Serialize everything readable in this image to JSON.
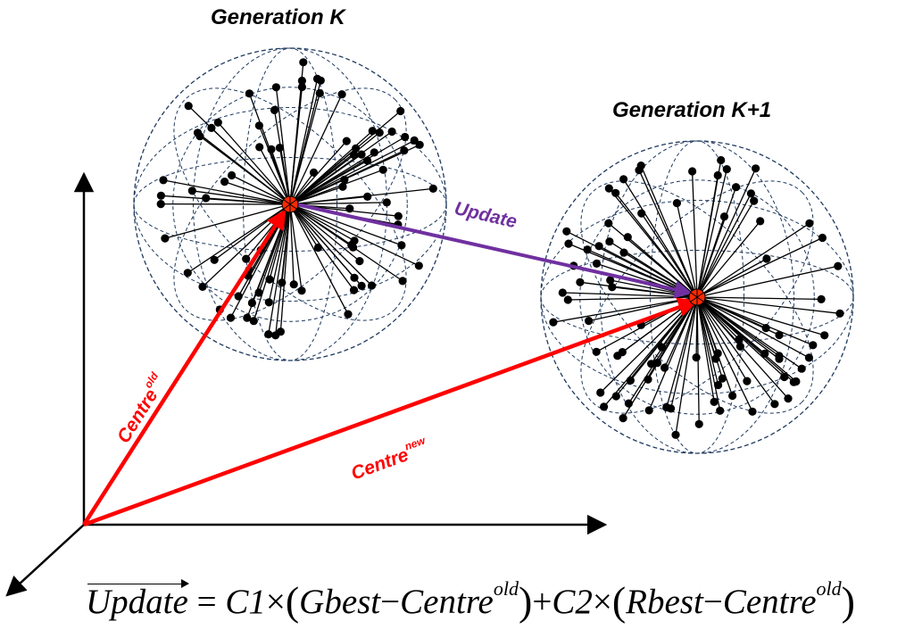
{
  "generations": [
    {
      "title": "Generation K"
    },
    {
      "title": "Generation K+1"
    }
  ],
  "vectors": {
    "update_label": "Update",
    "centre_old_base": "Centre",
    "centre_old_sup": "old",
    "centre_new_base": "Centre",
    "centre_new_sup": "new"
  },
  "formula": {
    "lhs": "Update",
    "equals": "=",
    "c1": "C1",
    "times": "×",
    "gbest": "Gbest",
    "minus": "−",
    "centre": "Centre",
    "sup_old": "old",
    "plus": "+",
    "c2": "C2",
    "rbest": "Rbest",
    "lparen": "(",
    "rparen": ")"
  },
  "colors": {
    "centre_vectors": "#ff0000",
    "update_vector": "#7030a0",
    "axes": "#000000",
    "dashed_ellipses": "#1f3a5f"
  }
}
